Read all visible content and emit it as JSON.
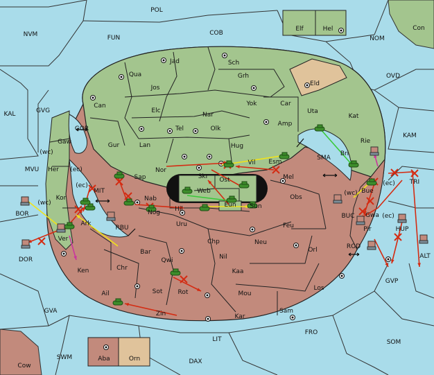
{
  "colors": {
    "sea": "#a9dcea",
    "north_power": "#a3c58e",
    "south_power": "#c28a7c",
    "neutral": "#e0c39b",
    "move_order": "#d42b12",
    "support_order": "#f0e41a",
    "convoy_order": "#39c939",
    "retreat_order": "#c9369e",
    "unit_green": "#3d8d2b",
    "unit_gray": "#7d8f9a"
  },
  "sea_regions": [
    "POL",
    "NVM",
    "FUN",
    "COB",
    "NOM",
    "Con",
    "OVD",
    "KAL",
    "GVG",
    "GOR",
    "KAM",
    "MVU",
    "SMA",
    "BOR",
    "BUC",
    "DOR",
    "ROD",
    "GVP",
    "ALT",
    "GVA",
    "FRO",
    "SOM",
    "SWM",
    "LIT",
    "DAX",
    "Cow",
    "RBU",
    "MIT",
    "(wc)",
    "(ec)"
  ],
  "land_regions": [
    "Elf",
    "Hel",
    "Jad",
    "Sch",
    "Eld",
    "Qua",
    "Jos",
    "Grh",
    "Can",
    "Yok",
    "Car",
    "Elc",
    "Nar",
    "Uta",
    "Kat",
    "Tel",
    "Olk",
    "Amp",
    "Gaw",
    "Gur",
    "Lan",
    "Hug",
    "Rie",
    "Her",
    "Nor",
    "Skr",
    "Vil",
    "Esm",
    "Bri",
    "Sap",
    "Ost",
    "Mel",
    "Kor",
    "Web",
    "Bue",
    "Nab",
    "Hil",
    "Eun",
    "Sun",
    "Obs",
    "Gwa",
    "Nog",
    "Ark",
    "Uru",
    "Feu",
    "Pir",
    "Ver",
    "Chp",
    "Neu",
    "HUP",
    "Bar",
    "Nil",
    "Orl",
    "Qwi",
    "Chr",
    "Ken",
    "Kaa",
    "Los",
    "Ail",
    "Sot",
    "Rot",
    "Mou",
    "Zin",
    "Kar",
    "Sam",
    "Aba",
    "Orn",
    "TRI"
  ],
  "legend_note": ""
}
